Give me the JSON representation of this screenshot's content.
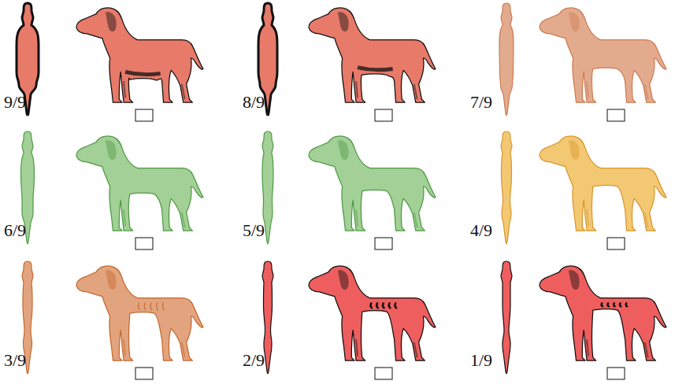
{
  "diagram": {
    "labels": [
      "9/9",
      "8/9",
      "7/9",
      "6/9",
      "5/9",
      "4/9",
      "3/9",
      "2/9",
      "1/9"
    ]
  }
}
